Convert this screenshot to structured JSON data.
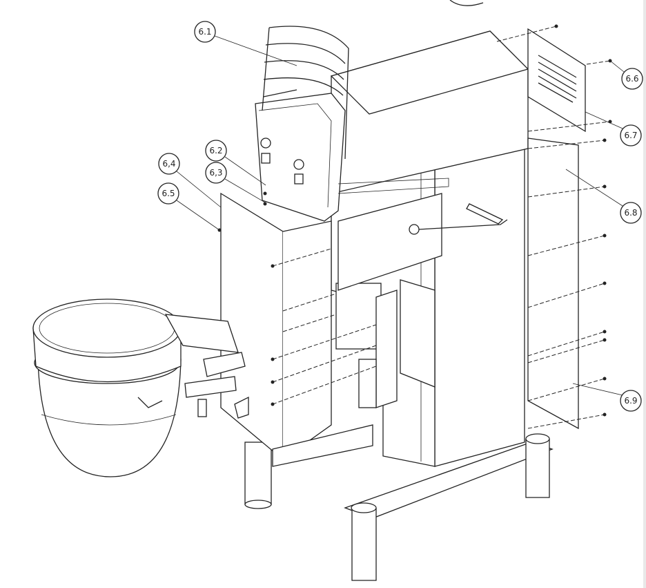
{
  "callouts": [
    {
      "id": "6.1",
      "label": "6.1"
    },
    {
      "id": "6.2",
      "label": "6.2"
    },
    {
      "id": "6.3",
      "label": "6,3"
    },
    {
      "id": "6.4",
      "label": "6,4"
    },
    {
      "id": "6.5",
      "label": "6.5"
    },
    {
      "id": "6.6",
      "label": "6.6"
    },
    {
      "id": "6.7",
      "label": "6.7"
    },
    {
      "id": "6.8",
      "label": "6.8"
    },
    {
      "id": "6.9",
      "label": "6.9"
    }
  ]
}
